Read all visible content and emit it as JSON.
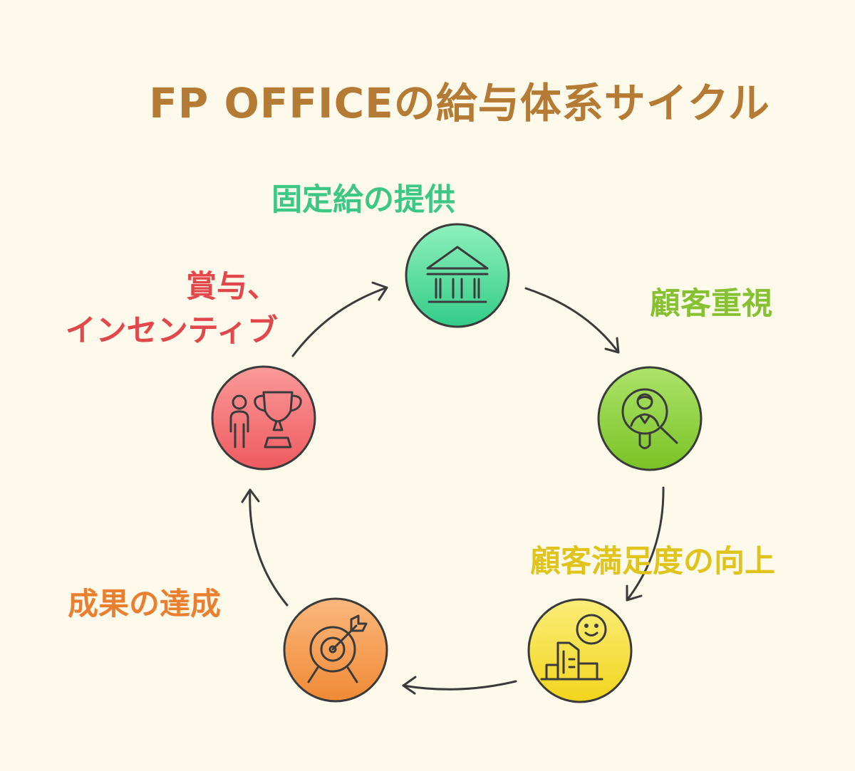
{
  "title": "FP OFFICEの給与体系サイクル",
  "steps": [
    {
      "id": "fixed",
      "label": "固定給の提供",
      "icon": "bank-icon",
      "color": "#3fd08e"
    },
    {
      "id": "customer",
      "label": "顧客重視",
      "icon": "customer-search-icon",
      "color": "#8fd13a"
    },
    {
      "id": "satisfaction",
      "label": "顧客満足度の向上",
      "icon": "smiley-building-icon",
      "color": "#f5dc2a"
    },
    {
      "id": "result",
      "label": "成果の達成",
      "icon": "target-arrow-icon",
      "color": "#f49a40"
    },
    {
      "id": "bonus",
      "label_line1": "賞与、",
      "label_line2": "インセンティブ",
      "icon": "person-trophy-icon",
      "color": "#f2666a"
    }
  ]
}
